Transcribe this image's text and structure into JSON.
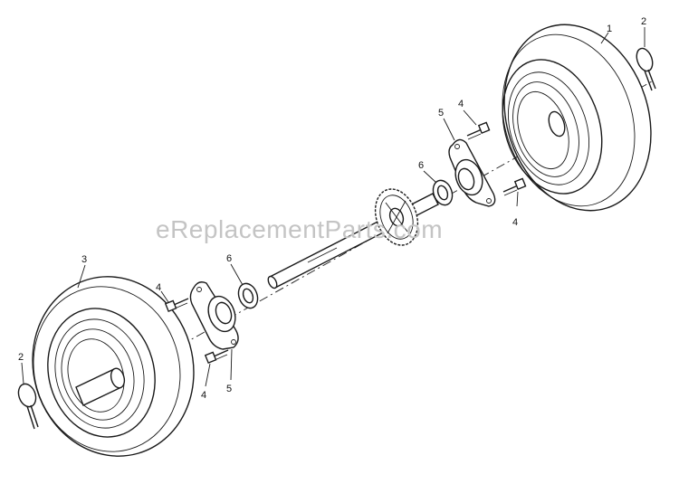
{
  "watermark": "eReplacementParts.com",
  "callouts": {
    "c1": "1",
    "c2_top": "2",
    "c2_bottom": "2",
    "c3": "3",
    "c4_top_right": "4",
    "c4_right_lower": "4",
    "c4_left_upper": "4",
    "c4_left_lower": "4",
    "c5_right": "5",
    "c5_left": "5",
    "c6_right": "6",
    "c6_left": "6"
  }
}
